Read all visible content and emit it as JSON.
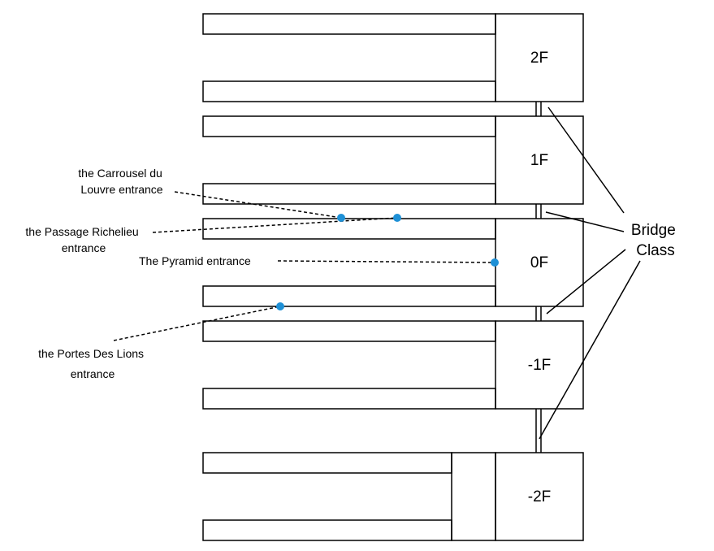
{
  "floors": [
    {
      "label": "2F"
    },
    {
      "label": "1F"
    },
    {
      "label": "0F"
    },
    {
      "label": "-1F"
    },
    {
      "label": "-2F"
    }
  ],
  "bridge_label": {
    "line1": "Bridge",
    "line2": "Class"
  },
  "entrances": [
    {
      "line1": "the Carrousel du",
      "line2": "Louvre entrance"
    },
    {
      "line1": "the Passage Richelieu",
      "line2": "entrance"
    },
    {
      "line1": "The Pyramid entrance"
    },
    {
      "line1": "the Portes Des Lions",
      "line2": "entrance"
    }
  ],
  "colors": {
    "stroke": "#000000",
    "entrance_dot": "#1e90d6",
    "background": "#ffffff"
  }
}
